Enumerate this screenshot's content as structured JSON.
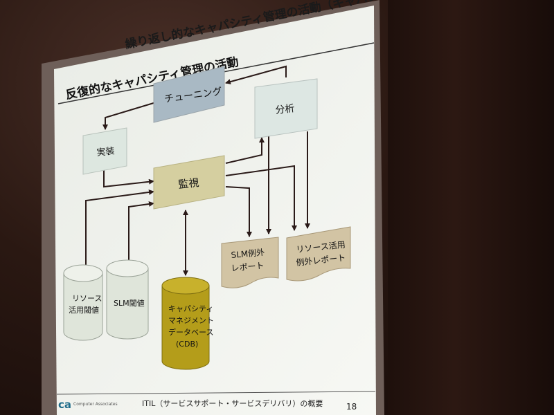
{
  "slide": {
    "title_top": "繰り返し的なキャパシティ管理の活動（キャパシティ管理）",
    "heading": "反復的なキャパシティ管理の活動",
    "footer_text": "ITIL（サービスサポート・サービスデリバリ）の概要",
    "page_number": "18",
    "logo_text": "ca",
    "logo_sub": "Computer Associates"
  },
  "boxes": {
    "tuning": "チューニング",
    "analysis": "分析",
    "implement": "実装",
    "monitor": "監視"
  },
  "reports": {
    "slm_line1": "SLM例外",
    "slm_line2": "レポート",
    "res_line1": "リソース活用",
    "res_line2": "例外レポート"
  },
  "cylinders": {
    "resource_line1": "リソース",
    "resource_line2": "活用閾値",
    "slm": "SLM閾値",
    "cdb_line1": "キャパシティ",
    "cdb_line2": "マネジメント",
    "cdb_line3": "データベース",
    "cdb_line4": "(CDB)"
  },
  "colors": {
    "tuning_fill": "#a9b9c4",
    "analysis_fill": "#dde7e3",
    "implement_fill": "#dde7e0",
    "monitor_fill": "#d5cfa0",
    "report_fill": "#d2c4a4",
    "cylinder_fill": "#dfe5da",
    "cdb_fill": "#b49d1a",
    "screen": "#f1f3ef",
    "arrow": "#2a1a18"
  }
}
